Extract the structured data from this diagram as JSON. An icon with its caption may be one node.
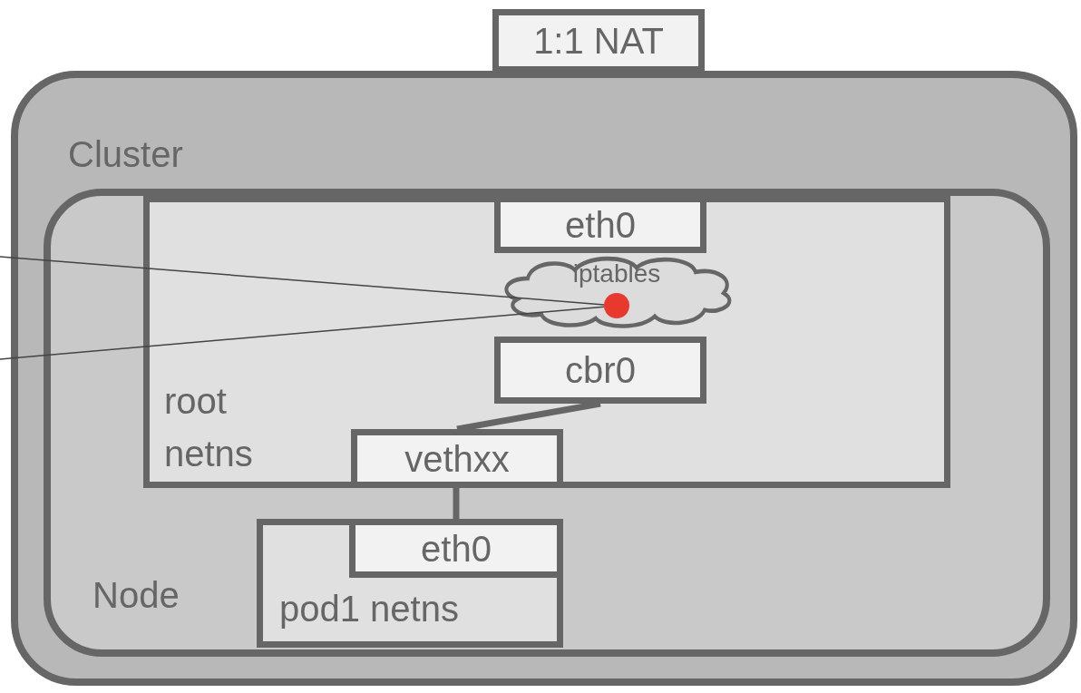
{
  "diagram": {
    "nodes": [
      {
        "text": [
          "1:1 NAT"
        ]
      },
      {
        "text": [
          "Cluster"
        ]
      },
      {
        "text": [
          "Node"
        ],
        "in": 1
      },
      {
        "text": [
          "root netns"
        ],
        "in": 2
      },
      {
        "text": [
          "eth0"
        ],
        "in": 3
      },
      {
        "text": [
          "iptables"
        ],
        "in": 3
      },
      {
        "text": [
          "cbr0"
        ],
        "in": 3
      },
      {
        "text": [
          "vethxx"
        ],
        "in": 3
      },
      {
        "text": [
          "pod1 netns"
        ],
        "in": 2
      },
      {
        "text": [
          "eth0"
        ],
        "in": 8
      },
      {
        "text": [],
        "shape": "circle",
        "in": 5
      }
    ],
    "edges": [
      {
        "from": 6,
        "to": 7,
        "arrow": "none",
        "style": "thick"
      },
      {
        "from": 7,
        "to": 9,
        "arrow": "none",
        "style": "thick"
      },
      {
        "from": null,
        "to": 10,
        "arrow": "none"
      },
      {
        "from": null,
        "to": 10,
        "arrow": "none"
      }
    ]
  }
}
